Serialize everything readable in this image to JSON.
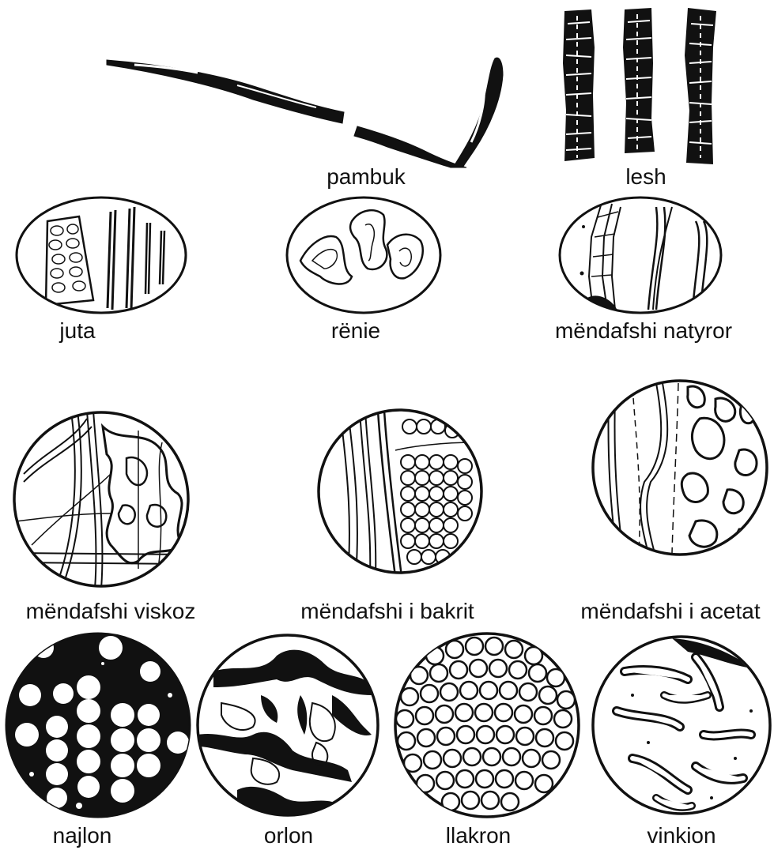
{
  "labels": {
    "pambuk": "pambuk",
    "lesh": "lesh",
    "juta": "juta",
    "renie": "rënie",
    "mendafshi_natyror": "mëndafshi natyror",
    "mendafshi_viskoz": "mëndafshi viskoz",
    "mendafshi_i_bakrit": "mëndafshi i bakrit",
    "mendafshi_i_acetat": "mëndafshi i acetat",
    "najlon": "najlon",
    "orlon": "orlon",
    "llakron": "llakron",
    "vinkion": "vinkion"
  }
}
